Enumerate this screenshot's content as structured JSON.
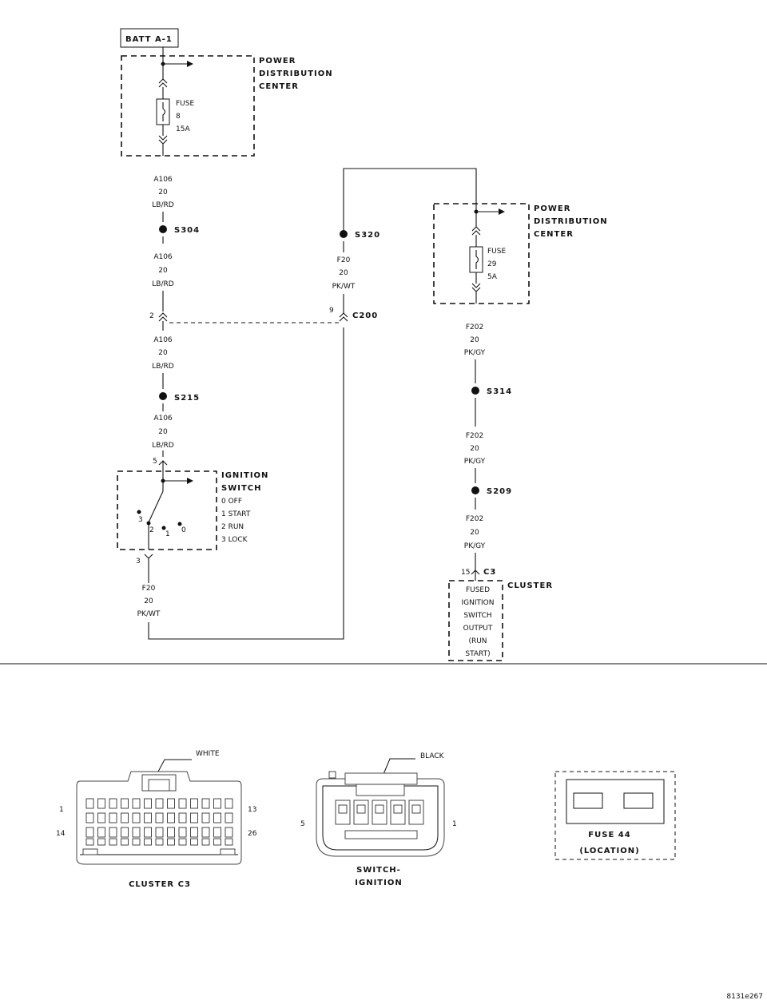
{
  "batt": {
    "label": "BATT A-1"
  },
  "pdc_left": {
    "title1": "POWER",
    "title2": "DISTRIBUTION",
    "title3": "CENTER",
    "fuse": "FUSE",
    "fuse_num": "8",
    "fuse_amp": "15A"
  },
  "pdc_right": {
    "title1": "POWER",
    "title2": "DISTRIBUTION",
    "title3": "CENTER",
    "fuse": "FUSE",
    "fuse_num": "29",
    "fuse_amp": "5A"
  },
  "wire_a106": {
    "circuit": "A106",
    "gauge": "20",
    "color": "LB/RD"
  },
  "wire_f20": {
    "circuit": "F20",
    "gauge": "20",
    "color": "PK/WT"
  },
  "wire_f202": {
    "circuit": "F202",
    "gauge": "20",
    "color": "PK/GY"
  },
  "splices": {
    "s304": "S304",
    "s320": "S320",
    "s215": "S215",
    "s314": "S314",
    "s209": "S209"
  },
  "c200": {
    "label": "C200",
    "pin_left": "2",
    "pin_right": "9"
  },
  "ignition": {
    "pin_in": "5",
    "pin_out": "3",
    "title1": "IGNITION",
    "title2": "SWITCH",
    "pos0": "0 OFF",
    "pos1": "1 START",
    "pos2": "2 RUN",
    "pos3": "3 LOCK",
    "c3": "3",
    "c2": "2",
    "c1": "1",
    "c0": "0"
  },
  "cluster": {
    "pin": "15",
    "connector": "C3",
    "title": "CLUSTER",
    "lines": [
      "FUSED",
      "IGNITION",
      "SWITCH",
      "OUTPUT",
      "(RUN",
      "START)"
    ]
  },
  "views": {
    "cluster_c3": {
      "caption": "CLUSTER C3",
      "color": "WHITE",
      "pin_tl": "1",
      "pin_tr": "13",
      "pin_bl": "14",
      "pin_br": "26"
    },
    "switch": {
      "caption1": "SWITCH-",
      "caption2": "IGNITION",
      "color": "BLACK",
      "pin_l": "5",
      "pin_r": "1"
    },
    "fuse44": {
      "caption1": "FUSE 44",
      "caption2": "(LOCATION)"
    }
  },
  "figure_id": "8131e267"
}
